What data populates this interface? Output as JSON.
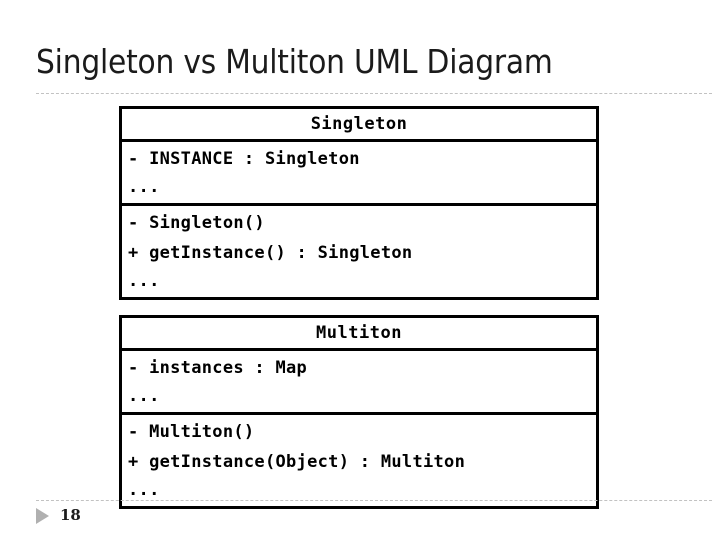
{
  "slide": {
    "title": "Singleton vs Multiton UML Diagram",
    "page_number": "18",
    "bullet_icon": "triangle-right-icon",
    "background_color": "#ffffff",
    "title_color": "#1b1b1b",
    "rule_color": "#c2c2c2",
    "box_border_color": "#000000",
    "bullet_color": "#b0b0b0"
  },
  "diagram": {
    "type": "uml-class-diagram",
    "classes": [
      {
        "name": "Singleton",
        "attributes": [
          "- INSTANCE : Singleton",
          "..."
        ],
        "operations": [
          "- Singleton()",
          "+ getInstance() : Singleton",
          "..."
        ]
      },
      {
        "name": "Multiton",
        "attributes": [
          "- instances : Map",
          "..."
        ],
        "operations": [
          "- Multiton()",
          "+ getInstance(Object) : Multiton",
          "..."
        ]
      }
    ]
  }
}
